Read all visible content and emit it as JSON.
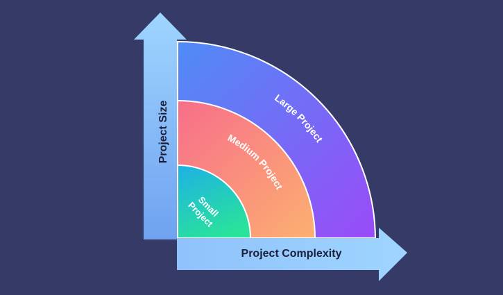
{
  "diagram": {
    "axes": {
      "y_label": "Project Size",
      "x_label": "Project Complexity"
    },
    "zones": [
      {
        "id": "small",
        "label_lines": [
          "Small",
          "Project"
        ]
      },
      {
        "id": "medium",
        "label_lines": [
          "Medium Project"
        ]
      },
      {
        "id": "large",
        "label_lines": [
          "Large Project"
        ]
      }
    ]
  },
  "colors": {
    "background": "#353a66",
    "arrow_light": "#a6d6ff",
    "arrow_mid": "#6fa6f2",
    "large_top": "#4f8cf6",
    "large_bottom": "#9a4bf7",
    "medium_top": "#f76e8a",
    "medium_bottom": "#fca86f",
    "small_top": "#20c3d6",
    "small_bottom": "#27e09c",
    "ring_outline": "#ffffff"
  }
}
